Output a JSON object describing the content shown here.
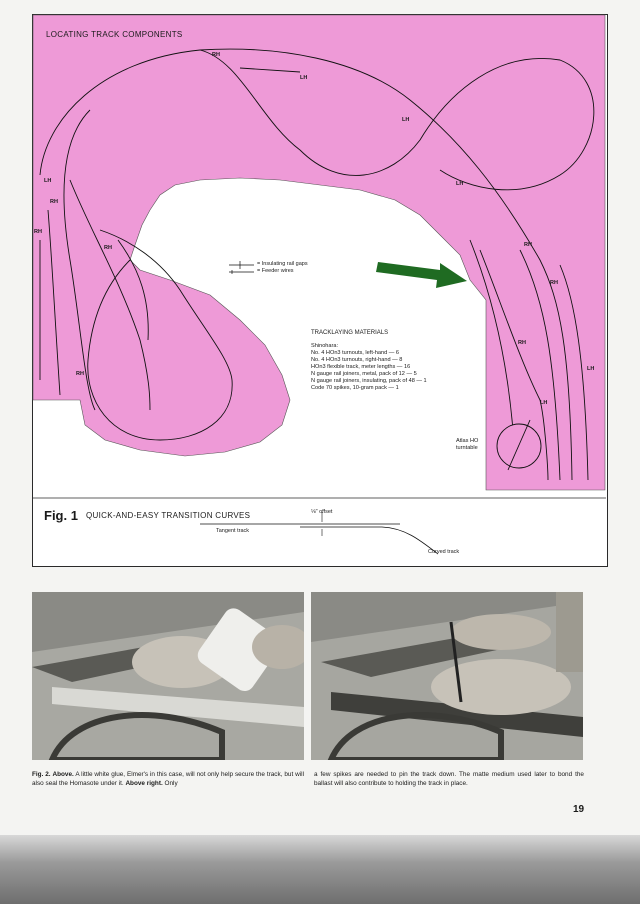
{
  "diagram": {
    "title": "LOCATING TRACK COMPONENTS",
    "turnout_labels": [
      "RH",
      "LH",
      "LH",
      "LH",
      "RH",
      "RH",
      "LH",
      "RH",
      "RH",
      "RH",
      "RH",
      "LH",
      "LH",
      "RH"
    ],
    "legend": {
      "gaps": "= Insulating rail gaps",
      "feeders": "= Feeder wires"
    },
    "materials": {
      "title": "TRACKLAYING MATERIALS",
      "brand": "Shinohara:",
      "items": [
        "No. 4 HOn3 turnouts, left-hand — 6",
        "No. 4 HOn3 turnouts, right-hand — 8",
        "HOn3 flexible track, meter lengths — 16",
        "N gauge rail joiners, metal, pack of 12 — 5",
        "N gauge rail joiners, insulating, pack of 48 — 1",
        "Code 70 spikes, 10-gram pack — 1"
      ]
    },
    "turntable_label": [
      "Atlas HO",
      "turntable"
    ],
    "colors": {
      "benchwork": "#ee9ad7",
      "arrow": "#1f6b22"
    }
  },
  "fig1": {
    "label": "Fig. 1",
    "title": "QUICK-AND-EASY TRANSITION CURVES",
    "offset_label": "⅛\" offset",
    "tangent_label": "Tangent track",
    "curved_label": "Curved track"
  },
  "captions": {
    "left": {
      "fig": "Fig. 2.",
      "lead": "Above.",
      "text": " A little white glue, Elmer's in this case, will not only help secure the track, but will also seal the Homasote under it. ",
      "lead2": "Above right.",
      "text2": " Only"
    },
    "right": "a few spikes are needed to pin the track down. The matte medium used later to bond the ballast will also contribute to holding the track in place."
  },
  "page_number": "19"
}
